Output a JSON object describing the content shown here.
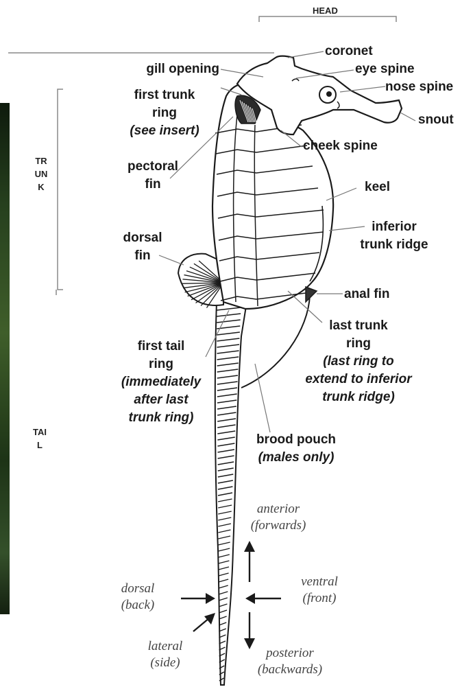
{
  "sections": {
    "head": "HEAD",
    "trunk": "TRUNK",
    "tail": "TAIL"
  },
  "labels": {
    "coronet": "coronet",
    "gill_opening": "gill opening",
    "eye_spine": "eye spine",
    "nose_spine": "nose spine",
    "snout": "snout",
    "first_trunk_ring": {
      "line1": "first trunk",
      "line2": "ring",
      "line3": "(see insert)"
    },
    "cheek_spine": "cheek spine",
    "pectoral_fin": {
      "line1": "pectoral",
      "line2": "fin"
    },
    "keel": "keel",
    "inferior_trunk_ridge": {
      "line1": "inferior",
      "line2": "trunk ridge"
    },
    "dorsal_fin": {
      "line1": "dorsal",
      "line2": "fin"
    },
    "anal_fin": "anal fin",
    "last_trunk_ring": {
      "line1": "last trunk",
      "line2": "ring",
      "line3": "(last ring to",
      "line4": "extend to inferior",
      "line5": "trunk ridge)"
    },
    "first_tail_ring": {
      "line1": "first tail",
      "line2": "ring",
      "line3": "(immediately",
      "line4": "after last",
      "line5": "trunk ring)"
    },
    "brood_pouch": {
      "line1": "brood pouch",
      "line2": "(males only)"
    }
  },
  "directions": {
    "anterior": {
      "term": "anterior",
      "meaning": "(forwards)"
    },
    "posterior": {
      "term": "posterior",
      "meaning": "(backwards)"
    },
    "dorsal": {
      "term": "dorsal",
      "meaning": "(back)"
    },
    "ventral": {
      "term": "ventral",
      "meaning": "(front)"
    },
    "lateral": {
      "term": "lateral",
      "meaning": "(side)"
    }
  },
  "colors": {
    "ink": "#1a1a1a",
    "leader": "#777777",
    "direction_text": "#444444",
    "background": "#ffffff"
  }
}
